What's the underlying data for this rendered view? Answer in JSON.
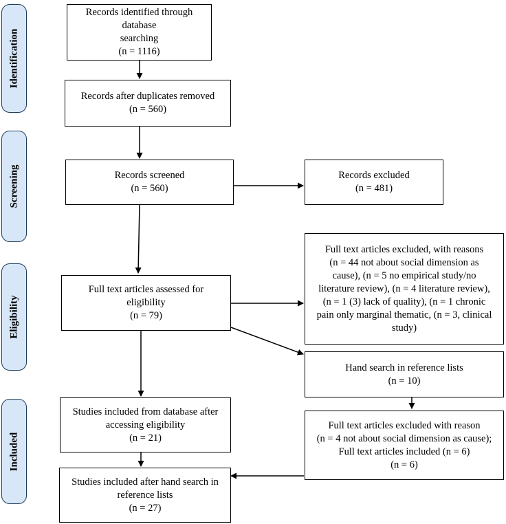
{
  "phases": {
    "identification": "Identification",
    "screening": "Screening",
    "eligibility": "Eligibility",
    "included": "Included"
  },
  "boxes": {
    "identified": {
      "line1": "Records identified through database",
      "line2": "searching",
      "line3": "(n = 1116)"
    },
    "after_duplicates": {
      "line1": "Records after duplicates removed",
      "line2": "(n = 560)"
    },
    "screened": {
      "line1": "Records screened",
      "line2": "(n = 560)"
    },
    "excluded": {
      "line1": "Records excluded",
      "line2": "(n = 481)"
    },
    "fulltext_excluded": {
      "line1": "Full text articles excluded, with reasons",
      "line2": "(n = 44 not about social dimension as",
      "line3": "cause), (n = 5 no empirical study/no",
      "line4": "literature review), (n = 4 literature review),",
      "line5": "(n = 1 (3) lack of quality), (n = 1 chronic",
      "line6": "pain only marginal thematic, (n = 3, clinical",
      "line7": "study)"
    },
    "assessed": {
      "line1": "Full text articles assessed for",
      "line2": "eligibility",
      "line3": "(n = 79)"
    },
    "hand_search": {
      "line1": "Hand search in reference lists",
      "line2": "(n = 10)"
    },
    "included_db": {
      "line1": "Studies included from database after",
      "line2": "accessing eligibility",
      "line3": "(n = 21)"
    },
    "hand_result": {
      "line1": "Full text articles excluded with reason",
      "line2": "(n = 4 not about social dimension as cause);",
      "line3": "Full text articles included (n = 6)",
      "line4": "(n = 6)"
    },
    "included_final": {
      "line1": "Studies included after hand search in",
      "line2": "reference lists",
      "line3": "(n = 27)"
    }
  }
}
